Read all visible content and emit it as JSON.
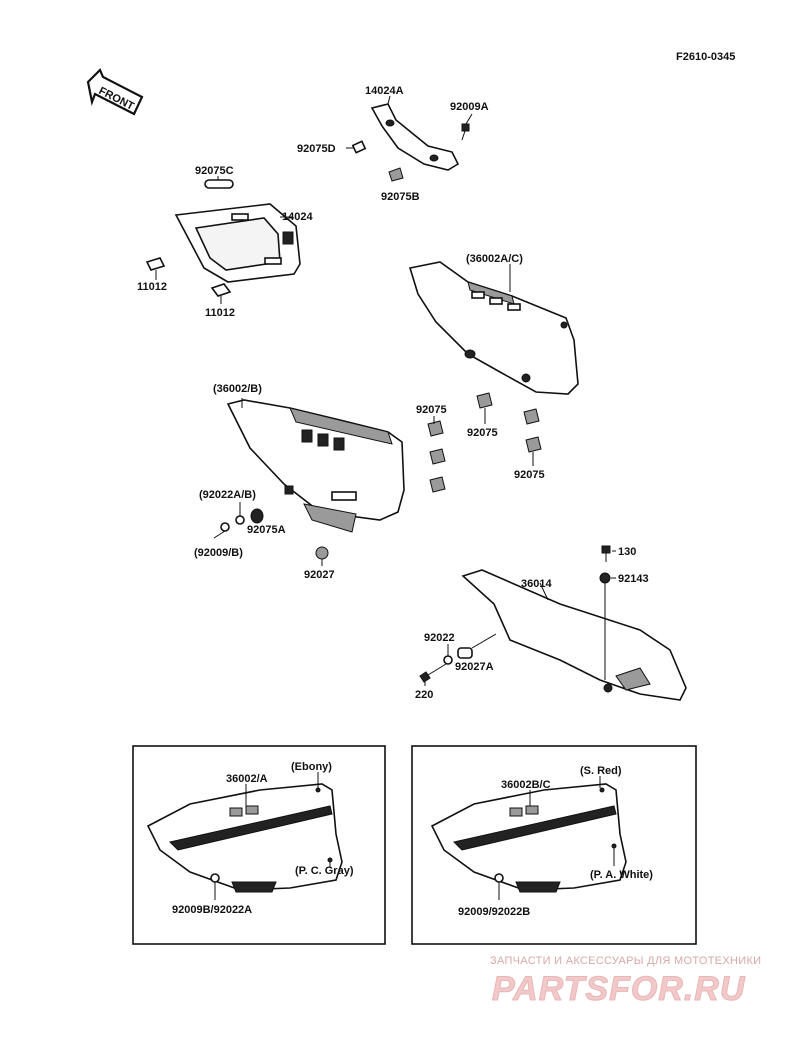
{
  "code": "F2610-0345",
  "front_arrow": "FRONT",
  "labels": {
    "l_14024A": "14024A",
    "l_92009A": "92009A",
    "l_92075D": "92075D",
    "l_92075B": "92075B",
    "l_92075C": "92075C",
    "l_14024": "14024",
    "l_11012a": "11012",
    "l_11012b": "11012",
    "l_36002AC": "(36002A/C)",
    "l_36002B": "(36002/B)",
    "l_92075a": "92075",
    "l_92075b": "92075",
    "l_92075c": "92075",
    "l_92022AB": "(92022A/B)",
    "l_92075A": "92075A",
    "l_92009B": "(92009/B)",
    "l_92027": "92027",
    "l_130": "130",
    "l_92143": "92143",
    "l_36014": "36014",
    "l_92022": "92022",
    "l_92027A": "92027A",
    "l_220": "220"
  },
  "inset_left": {
    "part": "36002/A",
    "color_top": "(Ebony)",
    "color_bottom": "(P. C. Gray)",
    "fasteners": "92009B/92022A"
  },
  "inset_right": {
    "part": "36002B/C",
    "color_top": "(S. Red)",
    "color_bottom": "(P. A. White)",
    "fasteners": "92009/92022B"
  },
  "watermark": {
    "tagline": "ЗАПЧАСТИ И АКСЕССУАРЫ ДЛЯ МОТОТЕХНИКИ",
    "brand": "PARTSFOR.RU"
  }
}
